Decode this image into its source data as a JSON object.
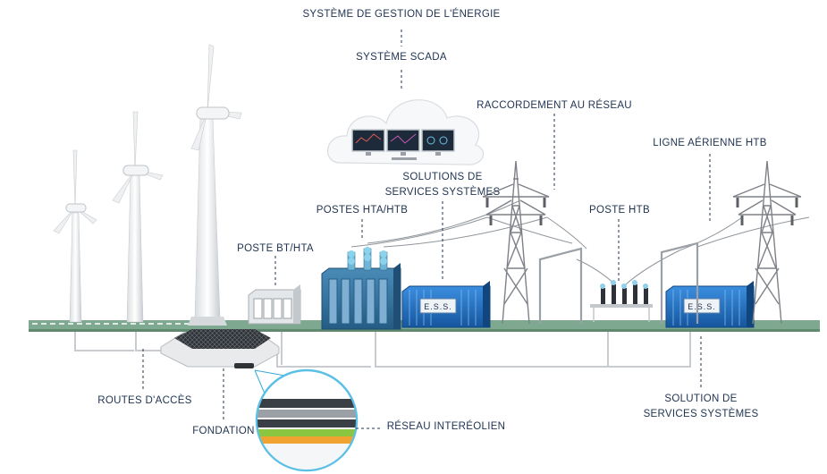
{
  "labels": {
    "energy_management": "SYSTÈME DE GESTION DE L'ÉNERGIE",
    "scada": "SYSTÈME SCADA",
    "grid_connection": "RACCORDEMENT AU RÉSEAU",
    "system_services_solutions": [
      "SOLUTIONS DE",
      "SERVICES SYSTÈMES"
    ],
    "overhead_line": "LIGNE AÉRIENNE HTB",
    "hta_htb_stations": "POSTES HTA/HTB",
    "htb_station": "POSTE HTB",
    "bt_hta_station": "POSTE BT/HTA",
    "access_roads": "ROUTES D'ACCÈS",
    "foundation": "FONDATION",
    "inter_wind_network": "RÉSEAU INTERÉOLIEN",
    "system_services_solution": [
      "SOLUTION DE",
      "SERVICES SYSTÈMES"
    ]
  },
  "ess_label": "E.S.S.",
  "colors": {
    "label_text": "#1f3351",
    "ground": "#7fa890",
    "steel": "#7d8187",
    "container": "#1f6fc4",
    "transformer": "#2e6f9e",
    "cable": "#c8ccd0"
  }
}
